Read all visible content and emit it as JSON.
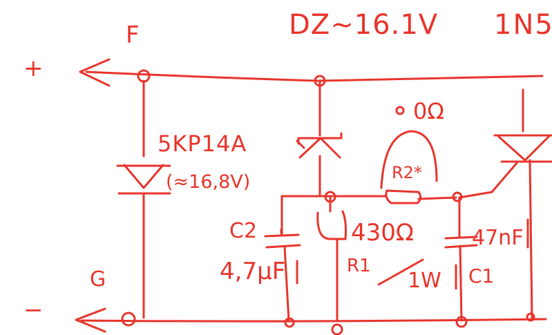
{
  "ink_color": "#e8342b",
  "labels": {
    "rail_plus_symbol": "+",
    "rail_minus_symbol": "−",
    "node_f": "F",
    "node_g": "G",
    "zener_voltage_note": "DZ~16.1V",
    "part_number_cut": "1N5",
    "tvs_part": "5KP14A",
    "tvs_voltage": "(≈16,8V)",
    "r2_zero_ohm": "0Ω",
    "r2_label": "R2*",
    "c2_label": "C2",
    "c2_value": "4,7μF",
    "r1_value": "430Ω",
    "r1_label": "R1",
    "r1_power": "1W",
    "c1_value": "47nF",
    "c1_label": "C1"
  }
}
